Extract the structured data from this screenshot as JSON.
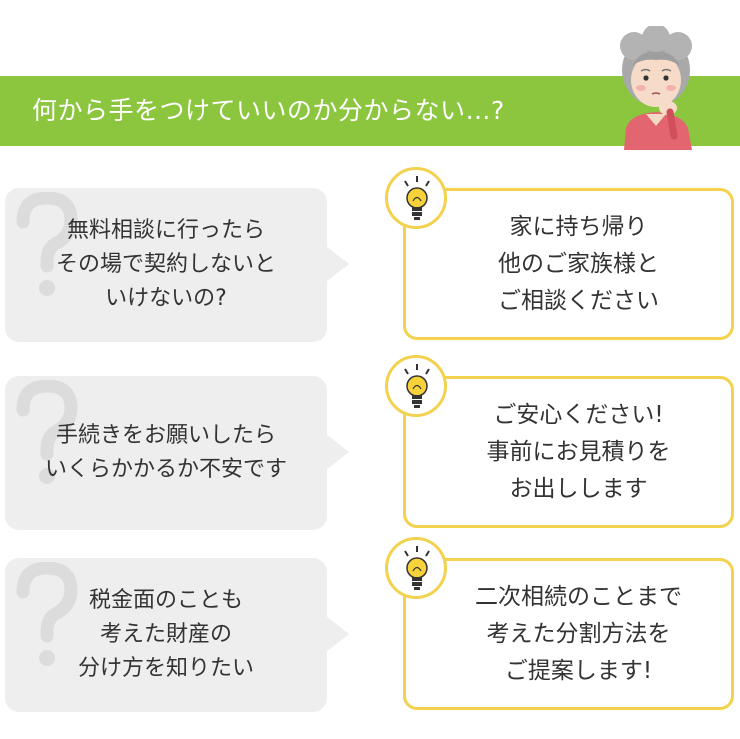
{
  "banner": {
    "title": "何から手をつけていいのか分からない…?"
  },
  "colors": {
    "banner_green": "#8cc63f",
    "bubble_gray": "#eeeeee",
    "answer_border_yellow": "#f2d24e",
    "text": "#333333"
  },
  "items": [
    {
      "question": [
        "無料相談に行ったら",
        "その場で契約しないと",
        "いけないの?"
      ],
      "answer": [
        "家に持ち帰り",
        "他のご家族様と",
        "ご相談ください"
      ]
    },
    {
      "question": [
        "手続きをお願いしたら",
        "いくらかかるか不安です"
      ],
      "answer": [
        "ご安心ください!",
        "事前にお見積りを",
        "お出しします"
      ]
    },
    {
      "question": [
        "税金面のことも",
        "考えた財産の",
        "分け方を知りたい"
      ],
      "answer": [
        "二次相続のことまで",
        "考えた分割方法を",
        "ご提案します!"
      ]
    }
  ],
  "icons": {
    "question_mark": "question-mark-icon",
    "bulb": "lightbulb-icon",
    "person": "worried-grandmother-illustration"
  }
}
